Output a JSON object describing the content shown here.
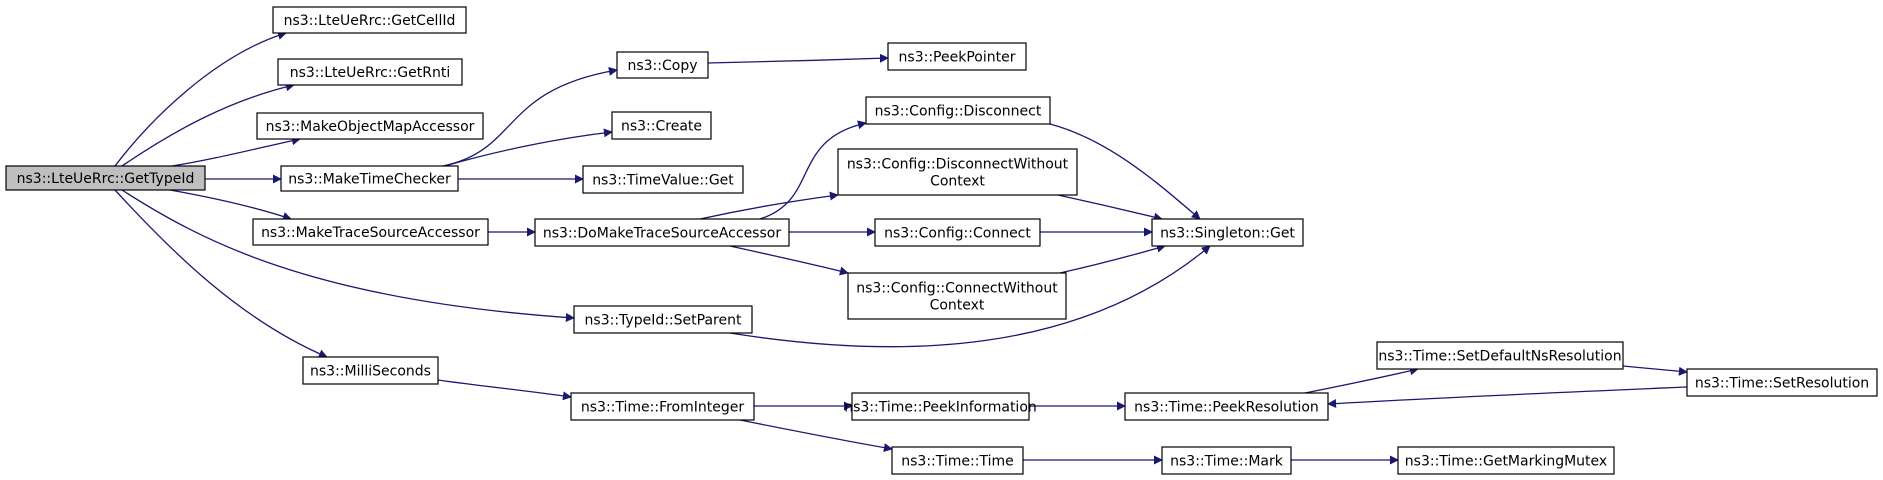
{
  "graph": {
    "type": "call-graph",
    "edge_color": "#191970",
    "root_fill": "#bfbfbf",
    "nodes": [
      {
        "id": "getTypeId",
        "label": [
          "ns3::LteUeRrc::GetTypeId"
        ],
        "root": true
      },
      {
        "id": "getCellId",
        "label": [
          "ns3::LteUeRrc::GetCellId"
        ]
      },
      {
        "id": "getRnti",
        "label": [
          "ns3::LteUeRrc::GetRnti"
        ]
      },
      {
        "id": "makeObjectMapAccessor",
        "label": [
          "ns3::MakeObjectMapAccessor"
        ]
      },
      {
        "id": "makeTimeChecker",
        "label": [
          "ns3::MakeTimeChecker"
        ]
      },
      {
        "id": "makeTraceSourceAccessor",
        "label": [
          "ns3::MakeTraceSourceAccessor"
        ]
      },
      {
        "id": "milliSeconds",
        "label": [
          "ns3::MilliSeconds"
        ]
      },
      {
        "id": "copy",
        "label": [
          "ns3::Copy"
        ]
      },
      {
        "id": "create",
        "label": [
          "ns3::Create"
        ]
      },
      {
        "id": "timeValueGet",
        "label": [
          "ns3::TimeValue::Get"
        ]
      },
      {
        "id": "doMakeTSA",
        "label": [
          "ns3::DoMakeTraceSourceAccessor"
        ]
      },
      {
        "id": "typeIdSetParent",
        "label": [
          "ns3::TypeId::SetParent"
        ]
      },
      {
        "id": "peekPointer",
        "label": [
          "ns3::PeekPointer"
        ]
      },
      {
        "id": "configDisconnect",
        "label": [
          "ns3::Config::Disconnect"
        ]
      },
      {
        "id": "configDisconnectWC",
        "label": [
          "ns3::Config::DisconnectWithout",
          "Context"
        ]
      },
      {
        "id": "configConnect",
        "label": [
          "ns3::Config::Connect"
        ]
      },
      {
        "id": "configConnectWC",
        "label": [
          "ns3::Config::ConnectWithout",
          "Context"
        ]
      },
      {
        "id": "singletonGet",
        "label": [
          "ns3::Singleton::Get"
        ]
      },
      {
        "id": "timeFromInteger",
        "label": [
          "ns3::Time::FromInteger"
        ]
      },
      {
        "id": "timePeekInformation",
        "label": [
          "ns3::Time::PeekInformation"
        ]
      },
      {
        "id": "timeTime",
        "label": [
          "ns3::Time::Time"
        ]
      },
      {
        "id": "timePeekResolution",
        "label": [
          "ns3::Time::PeekResolution"
        ]
      },
      {
        "id": "timeMark",
        "label": [
          "ns3::Time::Mark"
        ]
      },
      {
        "id": "timeSetDefaultNs",
        "label": [
          "ns3::Time::SetDefaultNsResolution"
        ]
      },
      {
        "id": "timeSetResolution",
        "label": [
          "ns3::Time::SetResolution"
        ]
      },
      {
        "id": "timeGetMarkingMutex",
        "label": [
          "ns3::Time::GetMarkingMutex"
        ]
      }
    ],
    "edges": [
      {
        "from": "getTypeId",
        "to": "getCellId"
      },
      {
        "from": "getTypeId",
        "to": "getRnti"
      },
      {
        "from": "getTypeId",
        "to": "makeObjectMapAccessor"
      },
      {
        "from": "getTypeId",
        "to": "makeTimeChecker"
      },
      {
        "from": "getTypeId",
        "to": "makeTraceSourceAccessor"
      },
      {
        "from": "getTypeId",
        "to": "typeIdSetParent"
      },
      {
        "from": "getTypeId",
        "to": "milliSeconds"
      },
      {
        "from": "makeTimeChecker",
        "to": "copy"
      },
      {
        "from": "makeTimeChecker",
        "to": "create"
      },
      {
        "from": "makeTimeChecker",
        "to": "timeValueGet"
      },
      {
        "from": "copy",
        "to": "peekPointer"
      },
      {
        "from": "makeTraceSourceAccessor",
        "to": "doMakeTSA"
      },
      {
        "from": "doMakeTSA",
        "to": "configDisconnect"
      },
      {
        "from": "doMakeTSA",
        "to": "configDisconnectWC"
      },
      {
        "from": "doMakeTSA",
        "to": "configConnect"
      },
      {
        "from": "doMakeTSA",
        "to": "configConnectWC"
      },
      {
        "from": "configDisconnect",
        "to": "singletonGet"
      },
      {
        "from": "configDisconnectWC",
        "to": "singletonGet"
      },
      {
        "from": "configConnect",
        "to": "singletonGet"
      },
      {
        "from": "configConnectWC",
        "to": "singletonGet"
      },
      {
        "from": "typeIdSetParent",
        "to": "singletonGet"
      },
      {
        "from": "milliSeconds",
        "to": "timeFromInteger"
      },
      {
        "from": "timeFromInteger",
        "to": "timePeekInformation"
      },
      {
        "from": "timeFromInteger",
        "to": "timeTime"
      },
      {
        "from": "timePeekInformation",
        "to": "timePeekResolution"
      },
      {
        "from": "timePeekResolution",
        "to": "timeSetDefaultNs"
      },
      {
        "from": "timeSetDefaultNs",
        "to": "timeSetResolution"
      },
      {
        "from": "timeSetResolution",
        "to": "timePeekResolution"
      },
      {
        "from": "timeTime",
        "to": "timeMark"
      },
      {
        "from": "timeMark",
        "to": "timeGetMarkingMutex"
      }
    ]
  }
}
